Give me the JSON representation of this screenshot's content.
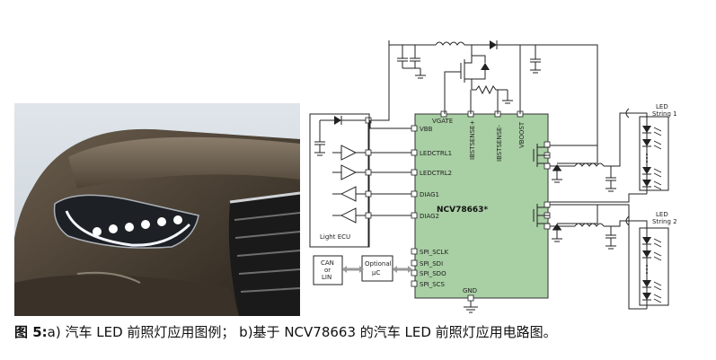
{
  "caption": {
    "fig_label": "图 5",
    "fig_sep": ":",
    "text": "a) 汽车 LED 前照灯应用图例；   b)基于 NCV78663 的汽车 LED 前照灯应用电路图。"
  },
  "chip": {
    "name": "NCV78663*",
    "left_pins": [
      "VBB",
      "LEDCTRL1",
      "LEDCTRL2",
      "DIAG1",
      "DIAG2"
    ],
    "spi_pins": [
      "SPI_SCLK",
      "SPI_SDI",
      "SPI_SDO",
      "SPI_SCS"
    ],
    "top_pins": [
      "VGATE",
      "IBSTSENSE+",
      "IBSTSENSE-",
      "VBOOST"
    ],
    "bottom_pin": "GND"
  },
  "blocks": {
    "ecu": "Light ECU",
    "can_lines": [
      "CAN",
      "or",
      "LIN"
    ],
    "optional_lines": [
      "Optional",
      "μC"
    ]
  },
  "led_strings": [
    {
      "lines": [
        "LED",
        "String 1"
      ]
    },
    {
      "lines": [
        "LED",
        "String 2"
      ]
    }
  ],
  "colors": {
    "chip_fill": "#a9cfa4",
    "chip_stroke": "#333333",
    "wire": "#222222"
  }
}
